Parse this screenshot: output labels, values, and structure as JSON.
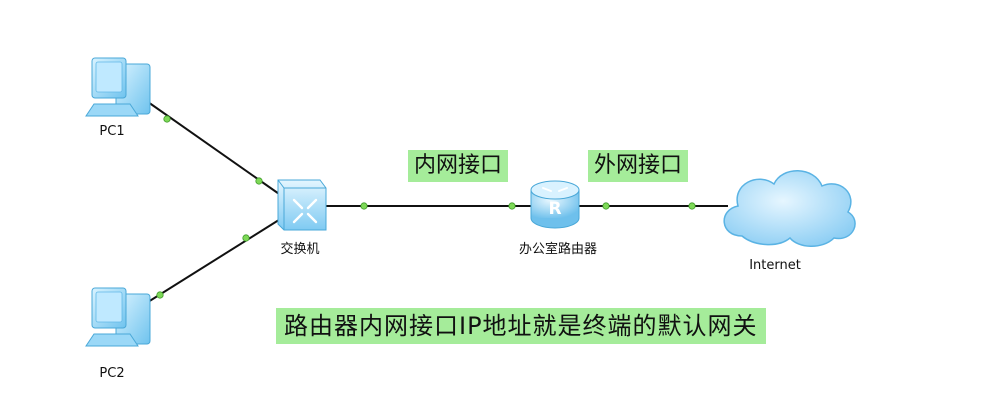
{
  "nodes": {
    "pc1": {
      "label": "PC1"
    },
    "pc2": {
      "label": "PC2"
    },
    "switch": {
      "label": "交换机"
    },
    "router": {
      "label": "办公室路由器",
      "icon_letter": "R"
    },
    "internet": {
      "label": "Internet"
    }
  },
  "labels": {
    "inner_interface": "内网接口",
    "outer_interface": "外网接口",
    "note": "路由器内网接口IP地址就是终端的默认网关"
  },
  "colors": {
    "link": "#111111",
    "port_dot": "#7ed957",
    "label_bg": "#a5ec9a",
    "device_blue": "#8fd3f4",
    "cloud_blue": "#9fd6f7"
  }
}
